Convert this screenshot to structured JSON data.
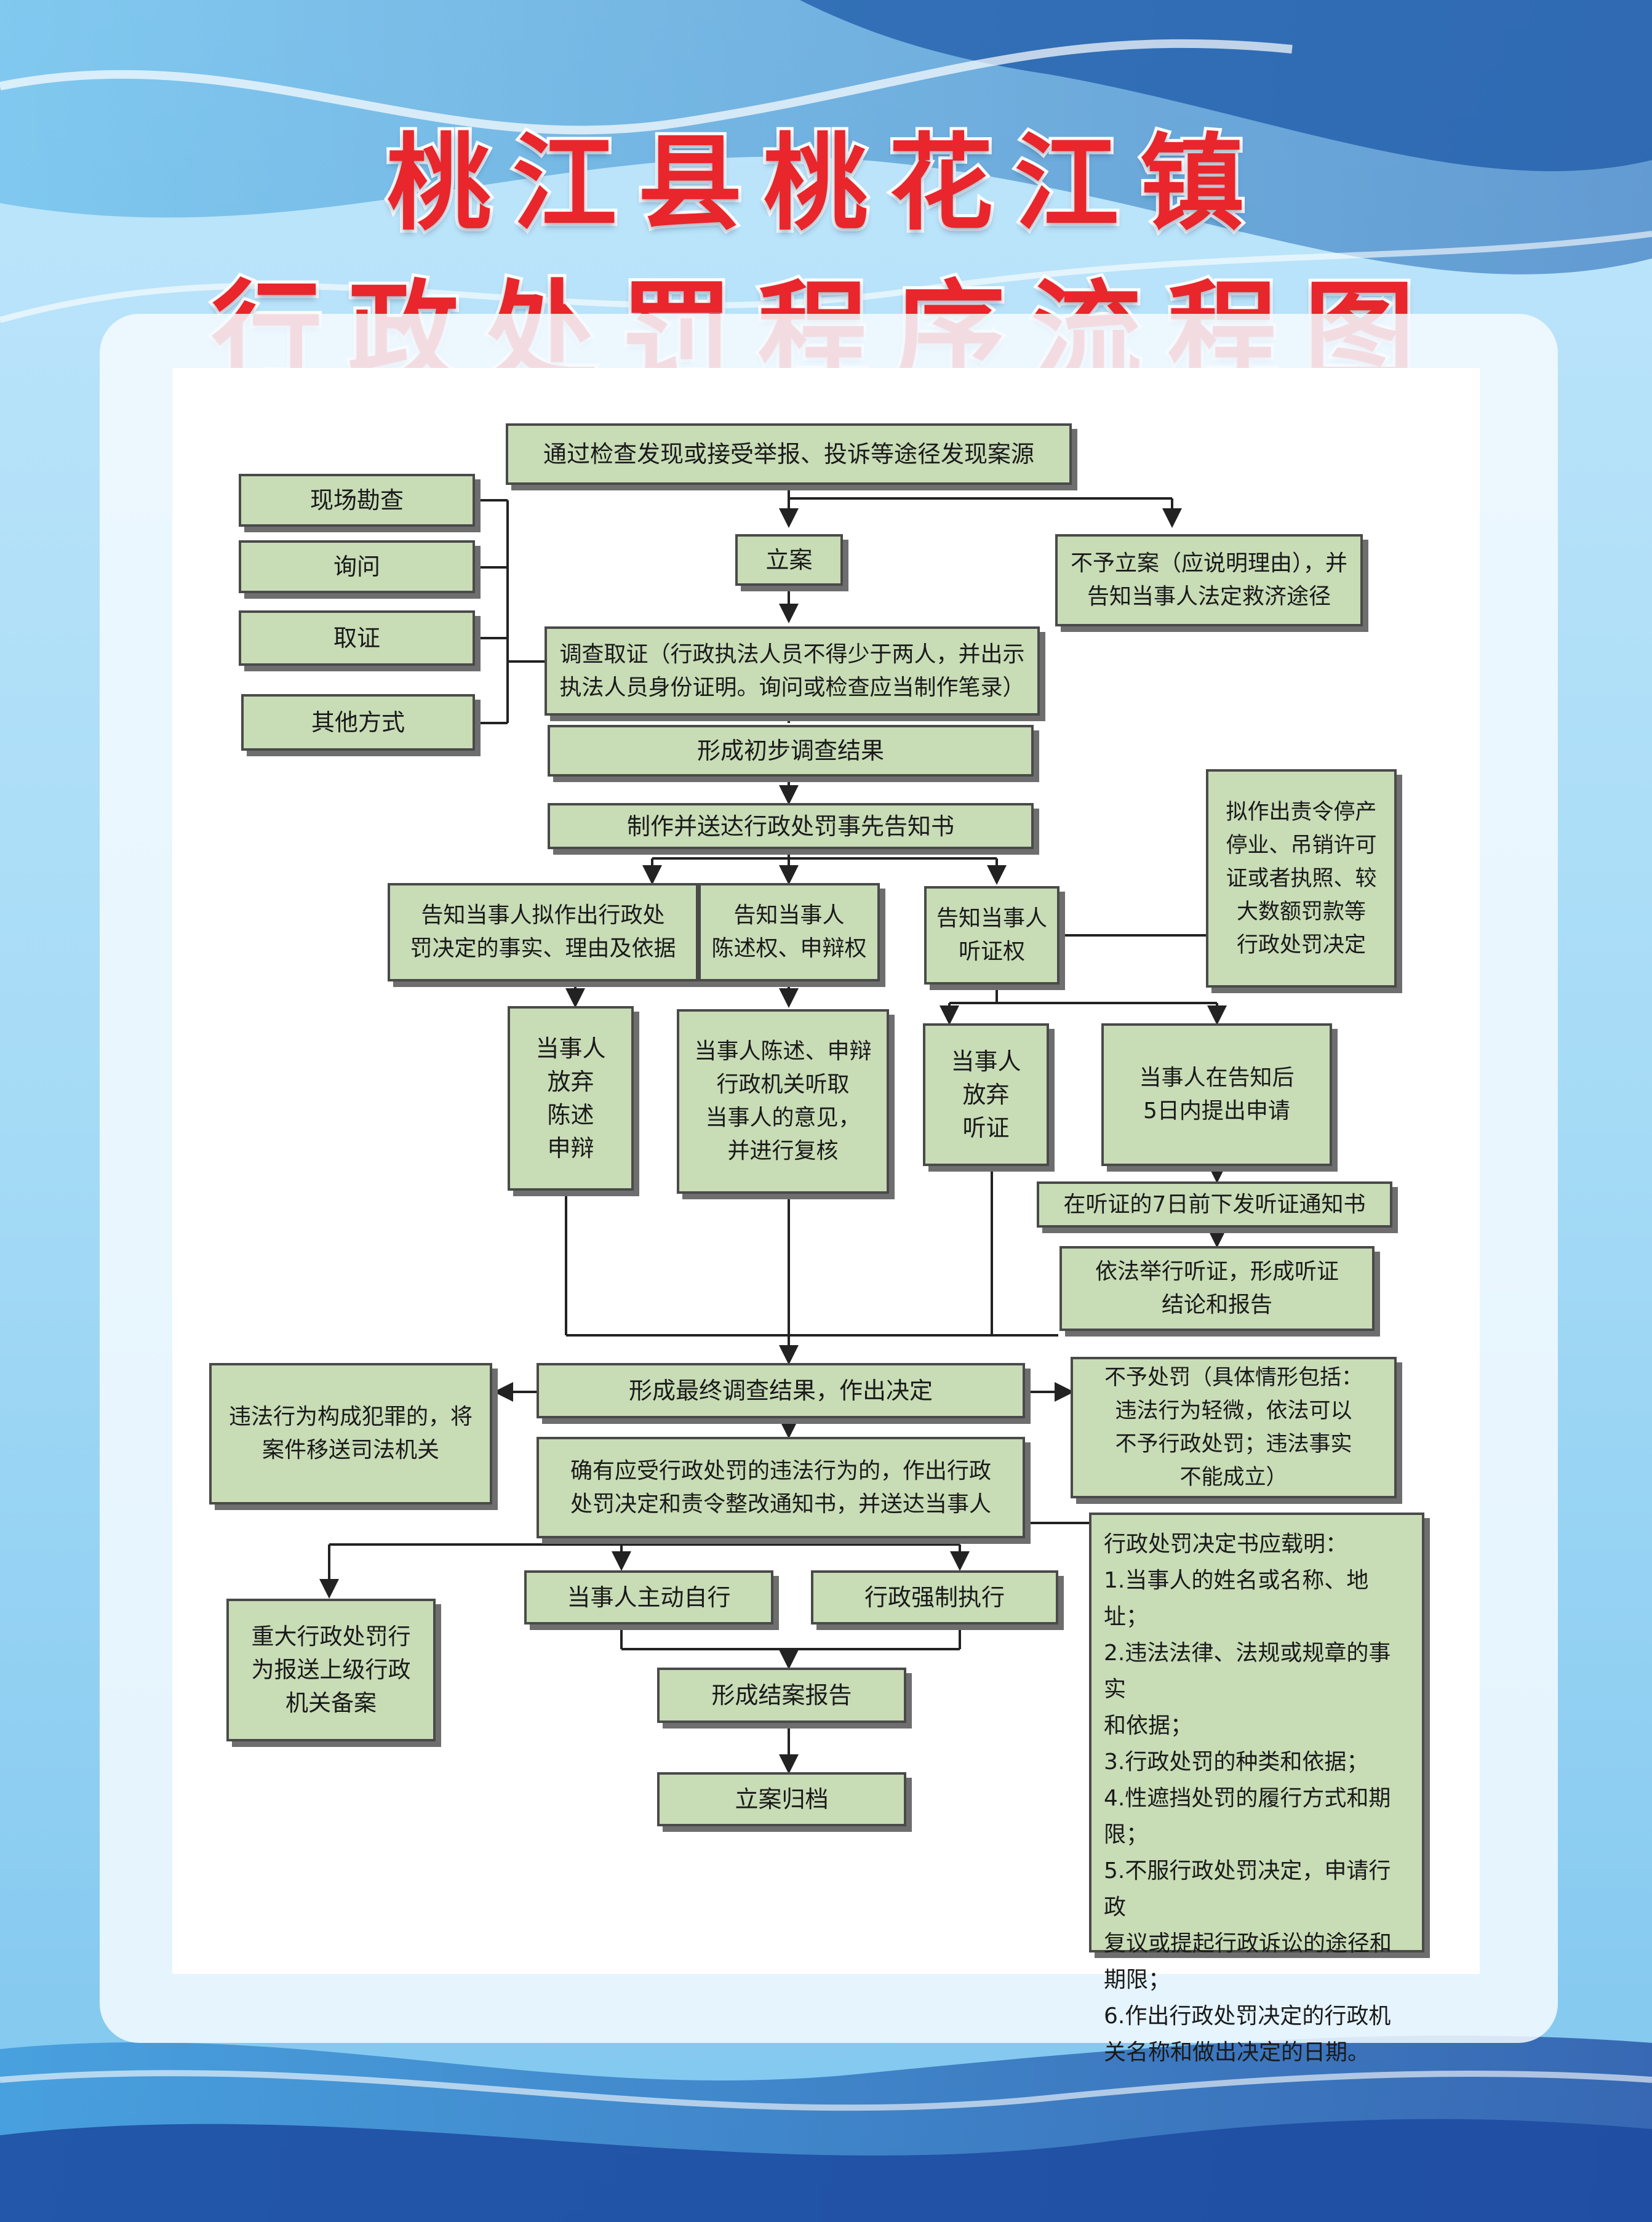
{
  "colors": {
    "title": "#e8262b",
    "node_fill": "#c8dcb6",
    "node_border": "#4a4a4a",
    "background_blue": "#1e78c8"
  },
  "title": {
    "line1": "桃江县桃花江镇",
    "line2": "行政处罚程序流程图"
  },
  "nodes": {
    "source": "通过检查发现或接受举报、投诉等途径发现案源",
    "on_site": "现场勘查",
    "inquiry": "询问",
    "evidence": "取证",
    "other_methods": "其他方式",
    "file_case": "立案",
    "no_case": "不予立案（应说明理由），并\n告知当事人法定救济途径",
    "investigate": "调查取证（行政执法人员不得少于两人，并出示\n执法人员身份证明。询问或检查应当制作笔录）",
    "prelim_result": "形成初步调查结果",
    "prior_notice": "制作并送达行政处罚事先告知书",
    "major_decision": "拟作出责令停产\n停业、吊销许可\n证或者执照、较\n大数额罚款等\n行政处罚决定",
    "notify_facts": "告知当事人拟作出行政处\n罚决定的事实、理由及依据",
    "notify_statement": "告知当事人\n陈述权、申辩权",
    "notify_hearing": "告知当事人\n听证权",
    "waive_statement": "当事人\n放弃\n陈述\n申辩",
    "statement_review": "当事人陈述、申辩\n行政机关听取\n当事人的意见，\n并进行复核",
    "waive_hearing": "当事人\n放弃\n听证",
    "apply_hearing": "当事人在告知后\n5日内提出申请",
    "hearing_notice": "在听证的7日前下发听证通知书",
    "hold_hearing": "依法举行听证，形成听证\n结论和报告",
    "final_result": "形成最终调查结果，作出决定",
    "crime_transfer": "违法行为构成犯罪的，将\n案件移送司法机关",
    "no_penalty": "不予处罚（具体情形包括：\n违法行为轻微，依法可以\n不予行政处罚；违法事实\n不能成立）",
    "penalty_decision": "确有应受行政处罚的违法行为的，作出行政\n处罚决定和责令整改通知书，并送达当事人",
    "decision_contents": "行政处罚决定书应载明：\n1.当事人的姓名或名称、地址；\n2.违法法律、法规或规章的事实\n和依据；\n3.行政处罚的种类和依据；\n4.性遮挡处罚的履行方式和期限；\n5.不服行政处罚决定，申请行政\n复议或提起行政诉讼的途径和\n期限；\n6.作出行政处罚决定的行政机\n关名称和做出决定的日期。",
    "report_superior": "重大行政处罚行\n为报送上级行政\n机关备案",
    "self_comply": "当事人主动自行",
    "enforce": "行政强制执行",
    "closing_report": "形成结案报告",
    "archive": "立案归档"
  }
}
